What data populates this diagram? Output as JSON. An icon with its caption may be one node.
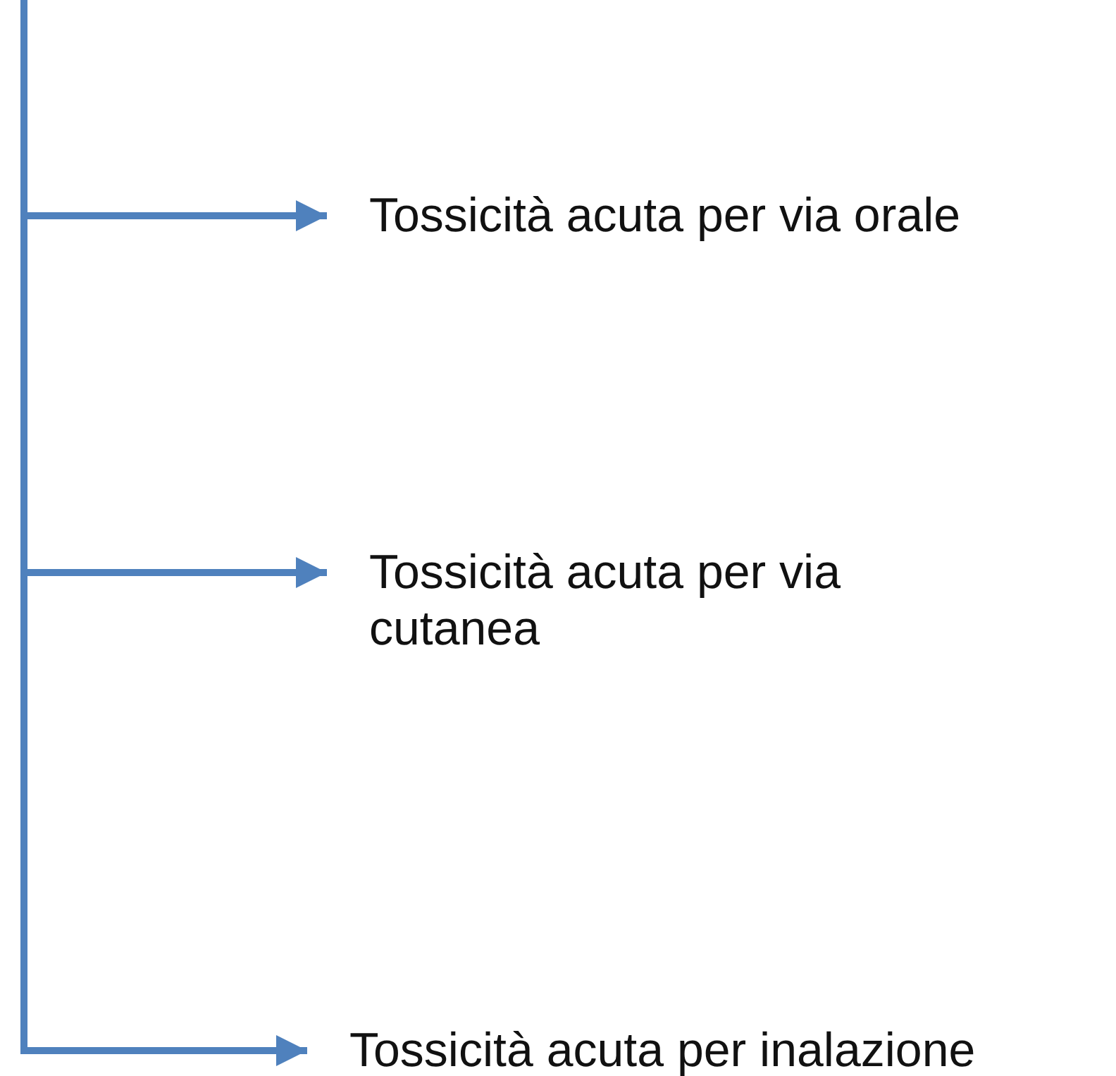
{
  "diagram": {
    "nodes": [
      {
        "text": [
          "Tossicità acuta per via orale"
        ]
      },
      {
        "text": [
          "Tossicità acuta per via cutanea"
        ]
      },
      {
        "text": [
          "Tossicità acuta per inalazione"
        ]
      }
    ],
    "edges": [
      {
        "from": null,
        "to": 0,
        "arrow": "to"
      },
      {
        "from": null,
        "to": 1,
        "arrow": "to"
      },
      {
        "from": null,
        "to": 2,
        "arrow": "to"
      }
    ]
  }
}
